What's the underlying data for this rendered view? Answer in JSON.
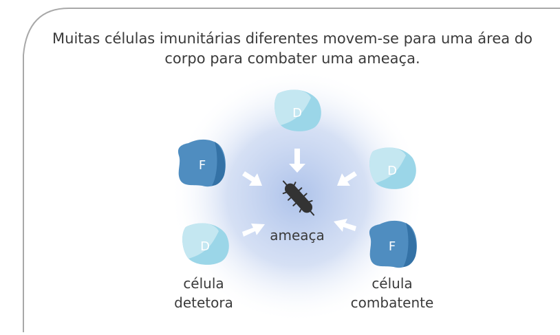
{
  "title_line1": "Muitas células imunitárias diferentes movem-se para uma área do",
  "title_line2": "corpo para combater uma ameaça.",
  "threat_label": "ameaça",
  "detector_label_line1": "célula",
  "detector_label_line2": "detetora",
  "fighter_label_line1": "célula",
  "fighter_label_line2": "combatente",
  "detector_letter": "D",
  "fighter_letter": "F",
  "colors": {
    "border": "#a8a8a8",
    "glow": "#b7cbed",
    "detector_fill": "#9bd6e8",
    "detector_light": "#c4e7f1",
    "fighter_fill": "#4f8dc0",
    "fighter_dark": "#3472a6",
    "arrow": "#ffffff",
    "bacterium": "#333333"
  }
}
